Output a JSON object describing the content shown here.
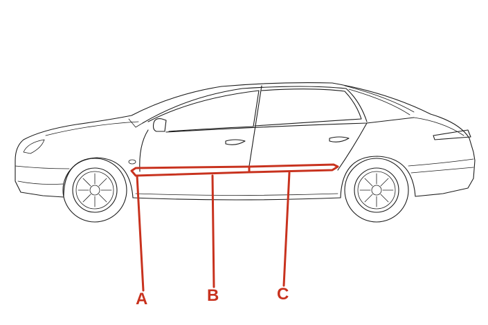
{
  "callouts": [
    {
      "id": "A",
      "label": "A"
    },
    {
      "id": "B",
      "label": "B"
    },
    {
      "id": "C",
      "label": "C"
    }
  ],
  "colors": {
    "callout": "#c8321e",
    "outline": "#1a1a1a",
    "background": "#ffffff"
  },
  "icons": {
    "vehicle": "sedan-side-view-icon"
  }
}
